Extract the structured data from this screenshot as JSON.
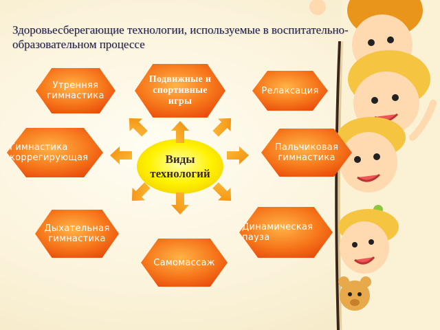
{
  "title": "Здоровьесберегающие технологии, используемые в воспитательно-образовательном процессе",
  "center": "Виды\nтехнологий",
  "nodes": [
    {
      "id": "morning",
      "label": "Утренняя\nгимнастика"
    },
    {
      "id": "active",
      "label": "Подвижные и\nспортивные\nигры"
    },
    {
      "id": "relax",
      "label": "Релаксация"
    },
    {
      "id": "corrective",
      "label": "Гимнастика\nкоррегирующая"
    },
    {
      "id": "finger",
      "label": "Пальчиковая\nгимнастика"
    },
    {
      "id": "breath",
      "label": "Дыхательная\nгимнастика"
    },
    {
      "id": "dynamic",
      "label": "Динамическая\nпауза"
    },
    {
      "id": "massage",
      "label": "Самомассаж"
    }
  ],
  "colors": {
    "hexagon": "#f25c0a",
    "hexagon_light": "#ffb347",
    "arrow": "#f9a01b",
    "center": "#fff200",
    "title": "#1b1b4a"
  }
}
